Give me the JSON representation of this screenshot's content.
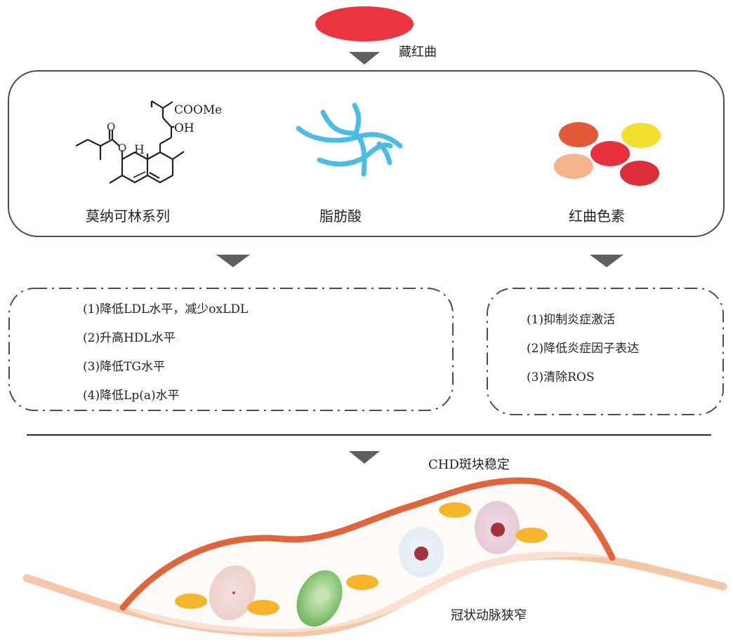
{
  "source_label": "藏红曲",
  "components": [
    {
      "label": "莫纳可林系列",
      "chem_labels": {
        "ester": "COOMe",
        "hydroxyl": "OH",
        "hydrogen": "H"
      }
    },
    {
      "label": "脂肪酸"
    },
    {
      "label": "红曲色素"
    }
  ],
  "lipid_effects": [
    "(1)降低LDL水平，减少oxLDL",
    "(2)升高HDL水平",
    "(3)降低TG水平",
    "(4)降低Lp(a)水平"
  ],
  "inflammation_effects": [
    "(1)抑制炎症激活",
    "(2)降低炎症因子表达",
    "(3)清除ROS"
  ],
  "plaque_label": "CHD斑块稳定",
  "artery_label": "冠状动脉狭窄",
  "colors": {
    "arrow": "#5f5f5f",
    "box_border": "#3f4f5f",
    "dashed_border": "#3f4f5f",
    "red_ellipse": "#ec3340",
    "fatty_acid": "#4bbde4",
    "pigment_orange": "#e05a38",
    "pigment_yellow": "#f2e12c",
    "pigment_red": "#e8313f",
    "pigment_peach": "#f5b48c",
    "pigment_crimson": "#dc2e3a",
    "plaque_border": "#e2643a",
    "artery_wall": "#f5c6a8",
    "lipid_droplet": "#f6b62c",
    "cell_pink": "#f2d8d4",
    "cell_green": "#8fc97a",
    "cell_blue": "#e6eef7",
    "cell_mauve": "#ebd3e0",
    "nucleus": "#a3343f"
  }
}
